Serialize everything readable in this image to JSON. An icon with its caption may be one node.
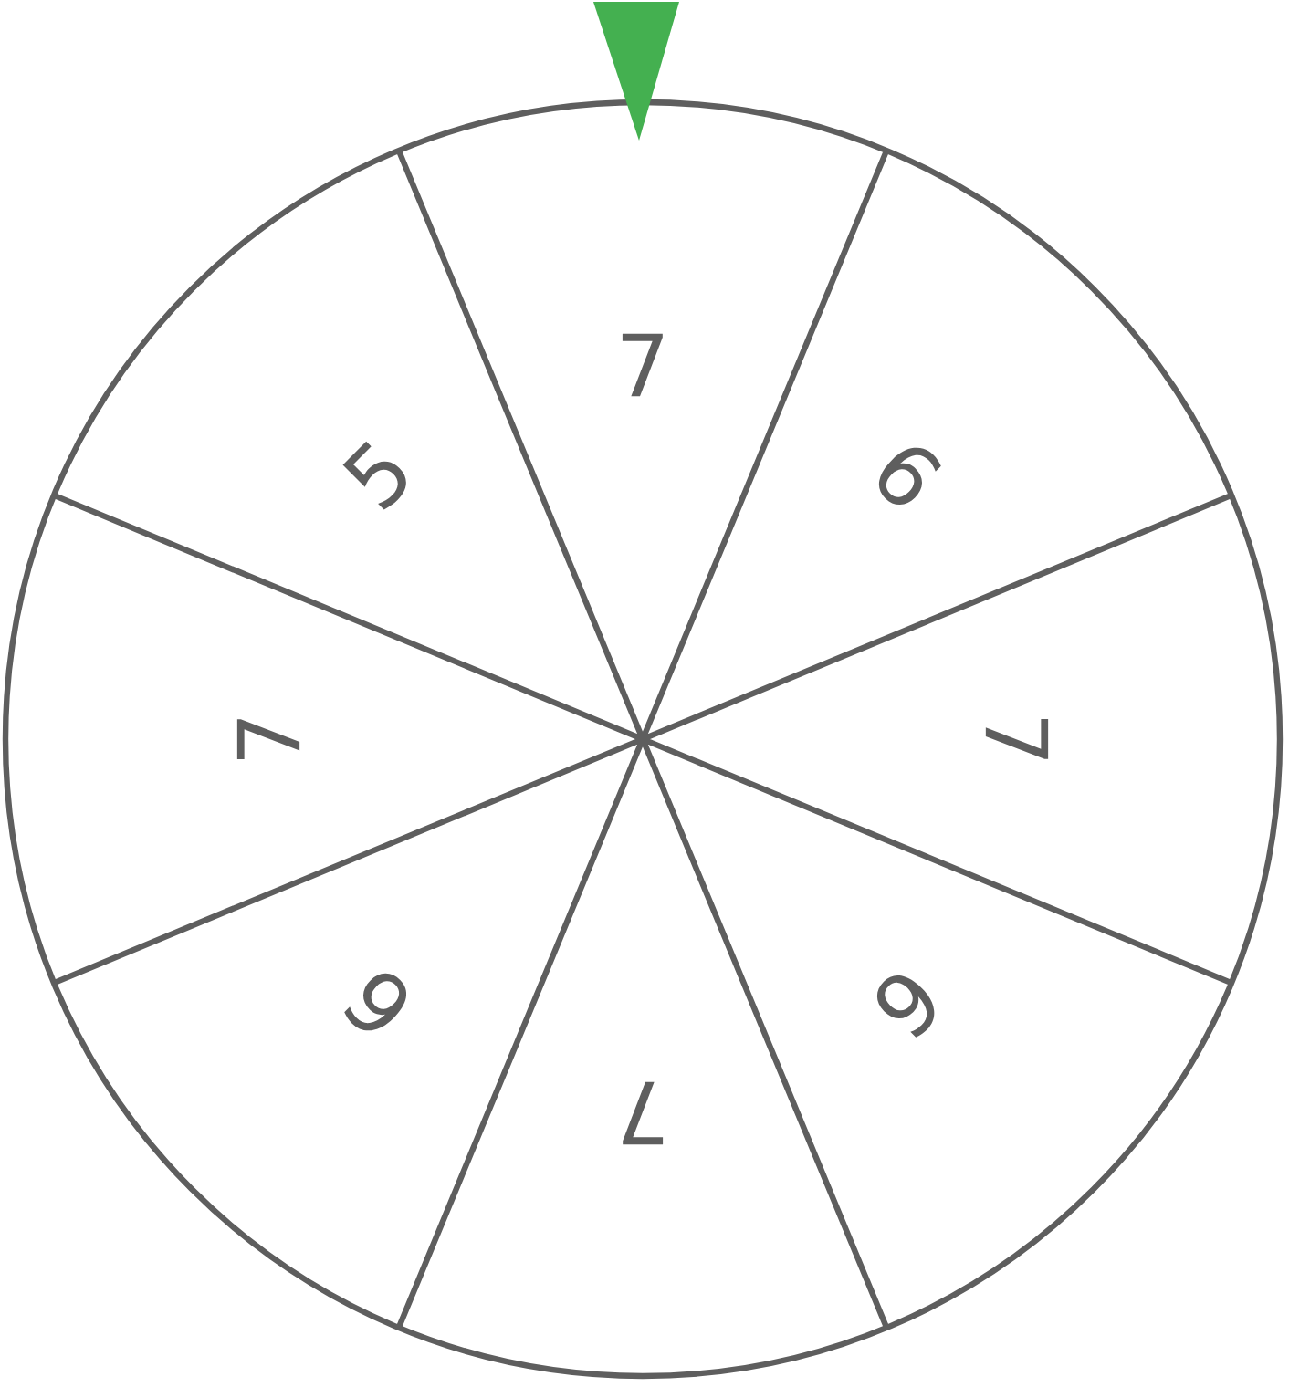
{
  "diagram": {
    "labels": [
      "7",
      "6",
      "7",
      "6",
      "7",
      "6",
      "7",
      "5"
    ]
  }
}
